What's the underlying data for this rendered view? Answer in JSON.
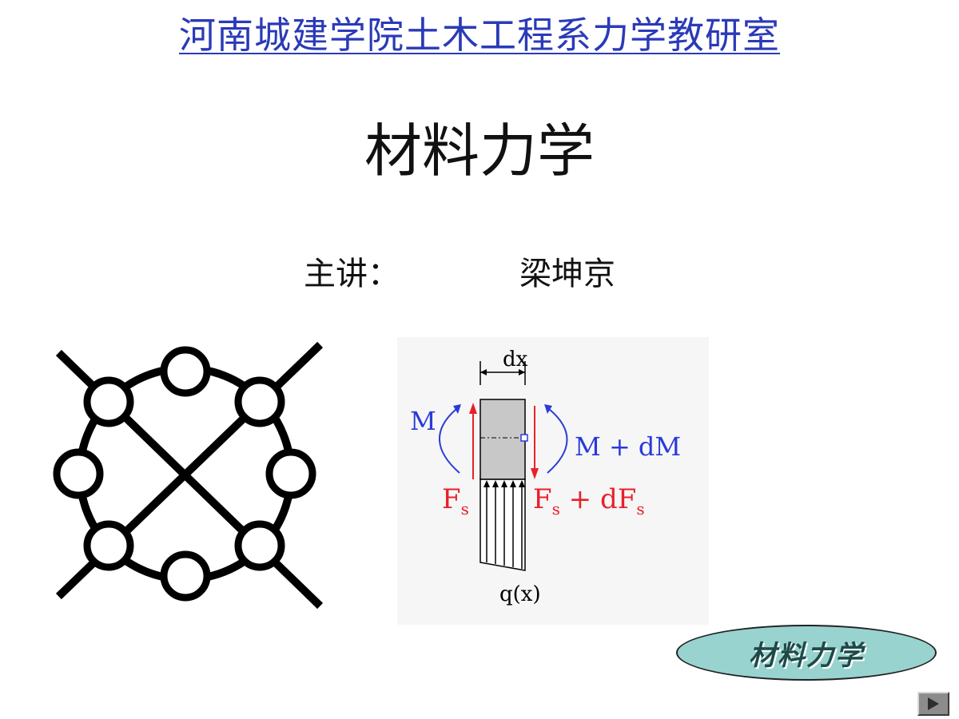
{
  "header": {
    "institution": "河南城建学院土木工程系力学教研室"
  },
  "slide": {
    "title": "材料力学",
    "lecturer_label": "主讲：",
    "lecturer_name": "梁坤京"
  },
  "diagram": {
    "dx_label": "dx",
    "moment_left": "M",
    "moment_right": "M + dM",
    "shear_left": "F",
    "shear_left_sub": "s",
    "shear_right": "F",
    "shear_right_sub": "s",
    "shear_right_mid": " + dF",
    "shear_right_sub2": "s",
    "load_label": "q(x)"
  },
  "badge": {
    "label": "材料力学"
  },
  "navigation": {
    "next_icon": "triangle-right-icon"
  },
  "colors": {
    "header_link": "#2a3ab8",
    "moment_blue": "#2a3ad8",
    "force_red": "#e8202a",
    "badge_fill": "#98d3cf",
    "beam_fill": "#c8c8c8"
  }
}
